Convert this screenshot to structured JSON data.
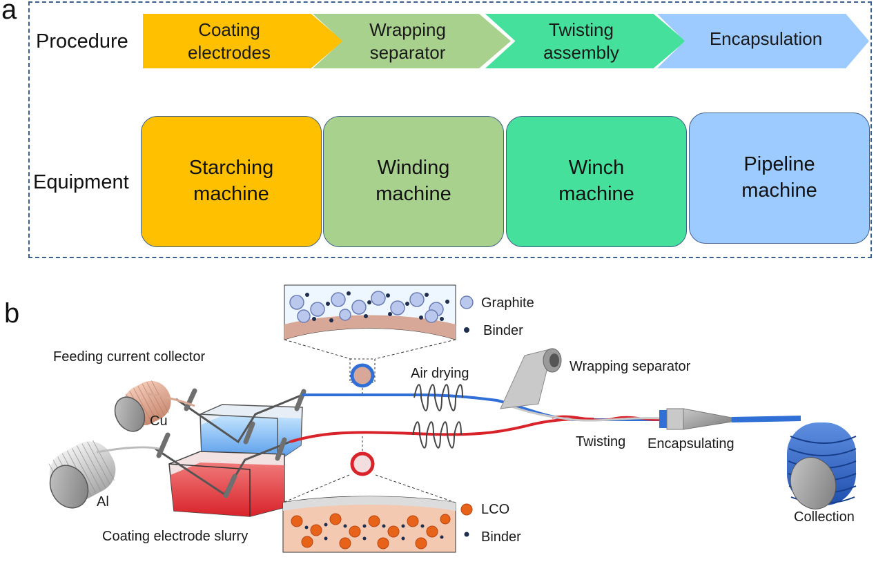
{
  "panel_a": {
    "label": "a",
    "row_procedure": "Procedure",
    "row_equipment": "Equipment",
    "procedures": [
      {
        "line1": "Coating",
        "line2": "electrodes",
        "color": "#FFC000"
      },
      {
        "line1": "Wrapping",
        "line2": "separator",
        "color": "#A9D18E"
      },
      {
        "line1": "Twisting",
        "line2": "assembly",
        "color": "#45E09B"
      },
      {
        "line1": "Encapsulation",
        "line2": "",
        "color": "#9DCBFF"
      }
    ],
    "equipment": [
      {
        "line1": "Starching",
        "line2": "machine",
        "color": "#FFC000"
      },
      {
        "line1": "Winding",
        "line2": "machine",
        "color": "#A9D18E"
      },
      {
        "line1": "Winch",
        "line2": "machine",
        "color": "#45E09B"
      },
      {
        "line1": "Pipeline",
        "line2": "machine",
        "color": "#9DCBFF"
      }
    ]
  },
  "panel_b": {
    "label": "b",
    "feeding": "Feeding current collector",
    "cu": "Cu",
    "al": "Al",
    "coating_slurry": "Coating electrode slurry",
    "graphite": "Graphite",
    "binder_top": "Binder",
    "lco": "LCO",
    "binder_bottom": "Binder",
    "air_drying": "Air drying",
    "wrapping_separator": "Wrapping separator",
    "twisting": "Twisting",
    "encapsulating": "Encapsulating",
    "collection": "Collection"
  }
}
